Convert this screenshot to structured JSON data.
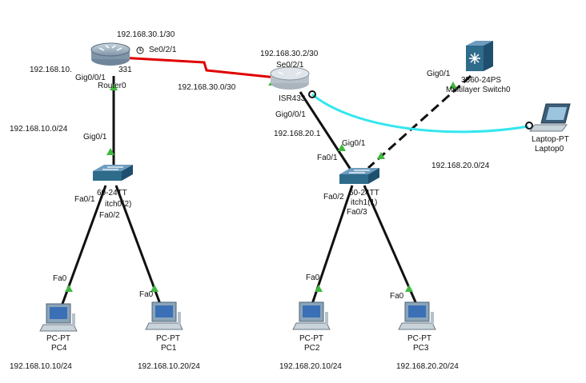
{
  "devices": {
    "router0": {
      "model": "331",
      "name": "Router0"
    },
    "isr": {
      "model": "ISR433"
    },
    "mls": {
      "model": "3560-24PS",
      "name": "Multilayer Switch0"
    },
    "laptop": {
      "model": "Laptop-PT",
      "name": "Laptop0"
    },
    "switch0": {
      "model": "60-24TT",
      "name": "itch0(2)"
    },
    "switch1": {
      "model": "60-24TT",
      "name": "itch1(1)"
    },
    "pc4": {
      "model": "PC-PT",
      "name": "PC4"
    },
    "pc1": {
      "model": "PC-PT",
      "name": "PC1"
    },
    "pc2": {
      "model": "PC-PT",
      "name": "PC2"
    },
    "pc3": {
      "model": "PC-PT",
      "name": "PC3"
    }
  },
  "networks": {
    "r0_serial_ip": "192.168.30.1/30",
    "r0_lan_ip": "192.168.10.",
    "isr_serial_ip": "192.168.30.2/30",
    "wan_net": "192.168.30.0/30",
    "lan10_net": "192.168.10.0/24",
    "isr_lan_ip": "192.168.20.1",
    "lan20_net": "192.168.20.0/24",
    "pc4_ip": "192.168.10.10/24",
    "pc1_ip": "192.168.10.20/24",
    "pc2_ip": "192.168.20.10/24",
    "pc3_ip": "192.168.20.20/24"
  },
  "ports": {
    "r0_serial": "Se0/2/1",
    "r0_gig": "Gig0/0/1",
    "isr_serial": "Se0/2/1",
    "isr_gig": "Gig0/0/1",
    "mls_gig": "Gig0/1",
    "sw0_gig": "Gig0/1",
    "sw0_fa1": "Fa0/1",
    "sw0_fa2": "Fa0/2",
    "sw1_gig": "Gig0/1",
    "sw1_fa1": "Fa0/1",
    "sw1_fa2": "Fa0/2",
    "sw1_fa3": "Fa0/3",
    "pc4_fa": "Fa0",
    "pc1_fa": "Fa0",
    "pc2_fa": "Fa0",
    "pc3_fa": "Fa0"
  },
  "colors": {
    "serial_link": "#e00000",
    "copper_link": "#111111",
    "console_link": "#33e6ef",
    "link_up": "#3fb83f",
    "router_body": "#8fa6b8",
    "switch_body": "#2f6b8a"
  }
}
